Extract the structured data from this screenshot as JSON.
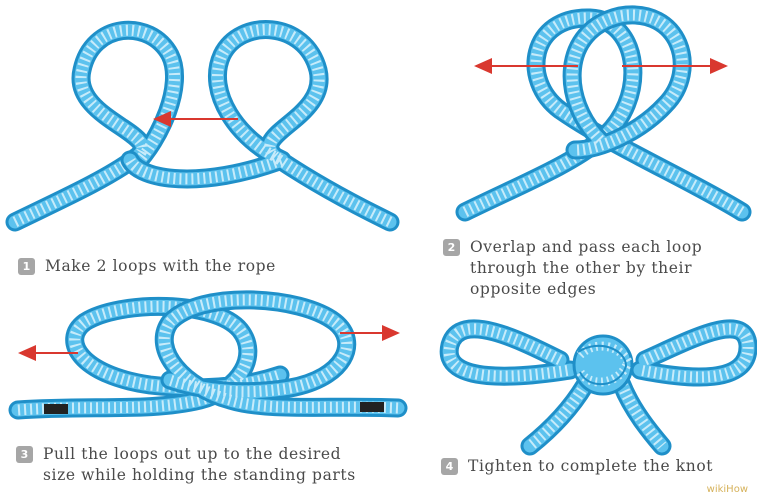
{
  "steps": [
    {
      "number": "1",
      "text": "Make 2 loops with the rope"
    },
    {
      "number": "2",
      "text": "Overlap and pass each loop\nthrough the other by their\nopposite edges"
    },
    {
      "number": "3",
      "text": "Pull the loops out up to the desired\nsize while holding the standing parts"
    },
    {
      "number": "4",
      "text": "Tighten to complete the knot"
    }
  ],
  "watermark": "wikiHow",
  "colors": {
    "rope": "#5cc2ee",
    "rope_outline": "#1f8fc8",
    "arrow": "#d9382f",
    "step_badge": "#a6a6a6",
    "text": "#4a4a4a"
  },
  "icons": [
    "rope-illustration",
    "direction-arrow"
  ]
}
